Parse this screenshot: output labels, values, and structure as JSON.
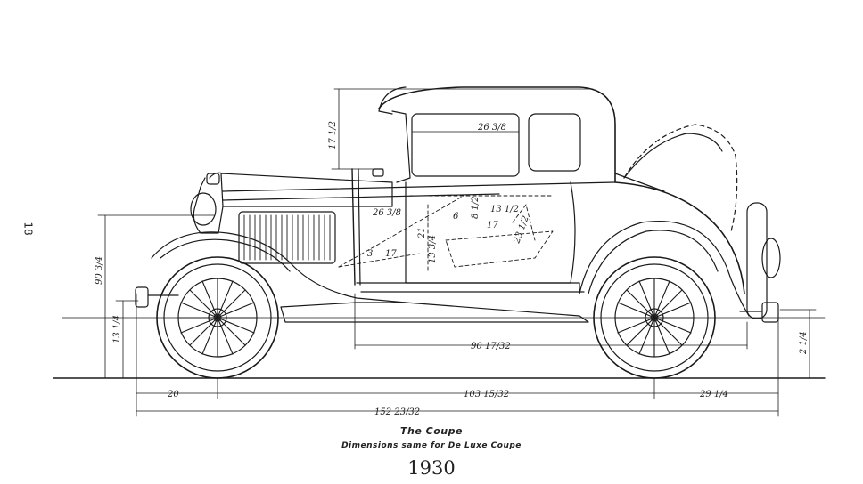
{
  "page_number": "18",
  "caption": {
    "title": "The Coupe",
    "subtitle": "Dimensions same for De Luxe Coupe",
    "year": "1930"
  },
  "dimensions": {
    "front_overhang": "20",
    "wheelbase": "103 15/32",
    "rear_overhang": "29 1/4",
    "overall_length": "152 23/32",
    "body_length": "90 17/32",
    "height_to_cowl": "90 3/4",
    "bumper_height": "13 1/4",
    "rear_bumper_height": "2 1/4",
    "top_height": "17 1/2",
    "window_width": "26 3/8",
    "door_width": "26 3/8",
    "seat_dim_a": "6",
    "seat_dim_b": "17",
    "seat_dim_c": "21",
    "seat_dim_d": "13 3/4",
    "seat_dim_e": "17",
    "seat_dim_f": "23 1/2",
    "seat_dim_g": "3",
    "seat_dim_h": "8 1/2",
    "seat_dim_i": "13 1/2"
  }
}
